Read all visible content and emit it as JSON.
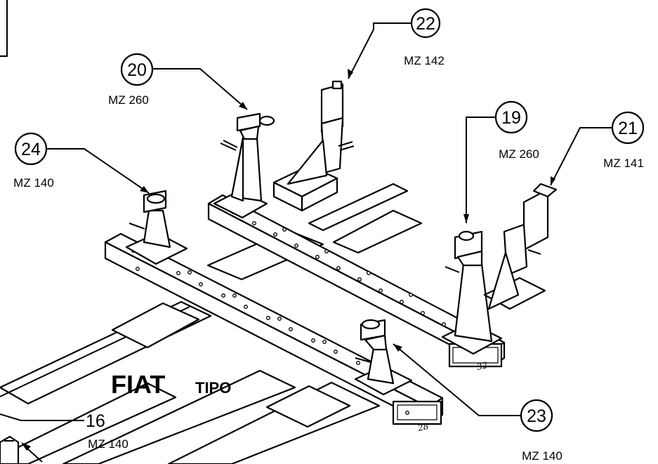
{
  "title": "FIAT",
  "subtitle": "TIPO",
  "callouts": [
    {
      "id": "c22",
      "number": "22",
      "code": "MZ 142"
    },
    {
      "id": "c20",
      "number": "20",
      "code": "MZ 260"
    },
    {
      "id": "c19",
      "number": "19",
      "code": "MZ 260"
    },
    {
      "id": "c21",
      "number": "21",
      "code": "MZ 141"
    },
    {
      "id": "c24",
      "number": "24",
      "code": "MZ 140"
    },
    {
      "id": "c23",
      "number": "23",
      "code": "MZ 140"
    },
    {
      "id": "c16",
      "number": "16",
      "code": "MZ 140"
    }
  ],
  "beam_marks": {
    "front": "28",
    "rear": "32"
  }
}
